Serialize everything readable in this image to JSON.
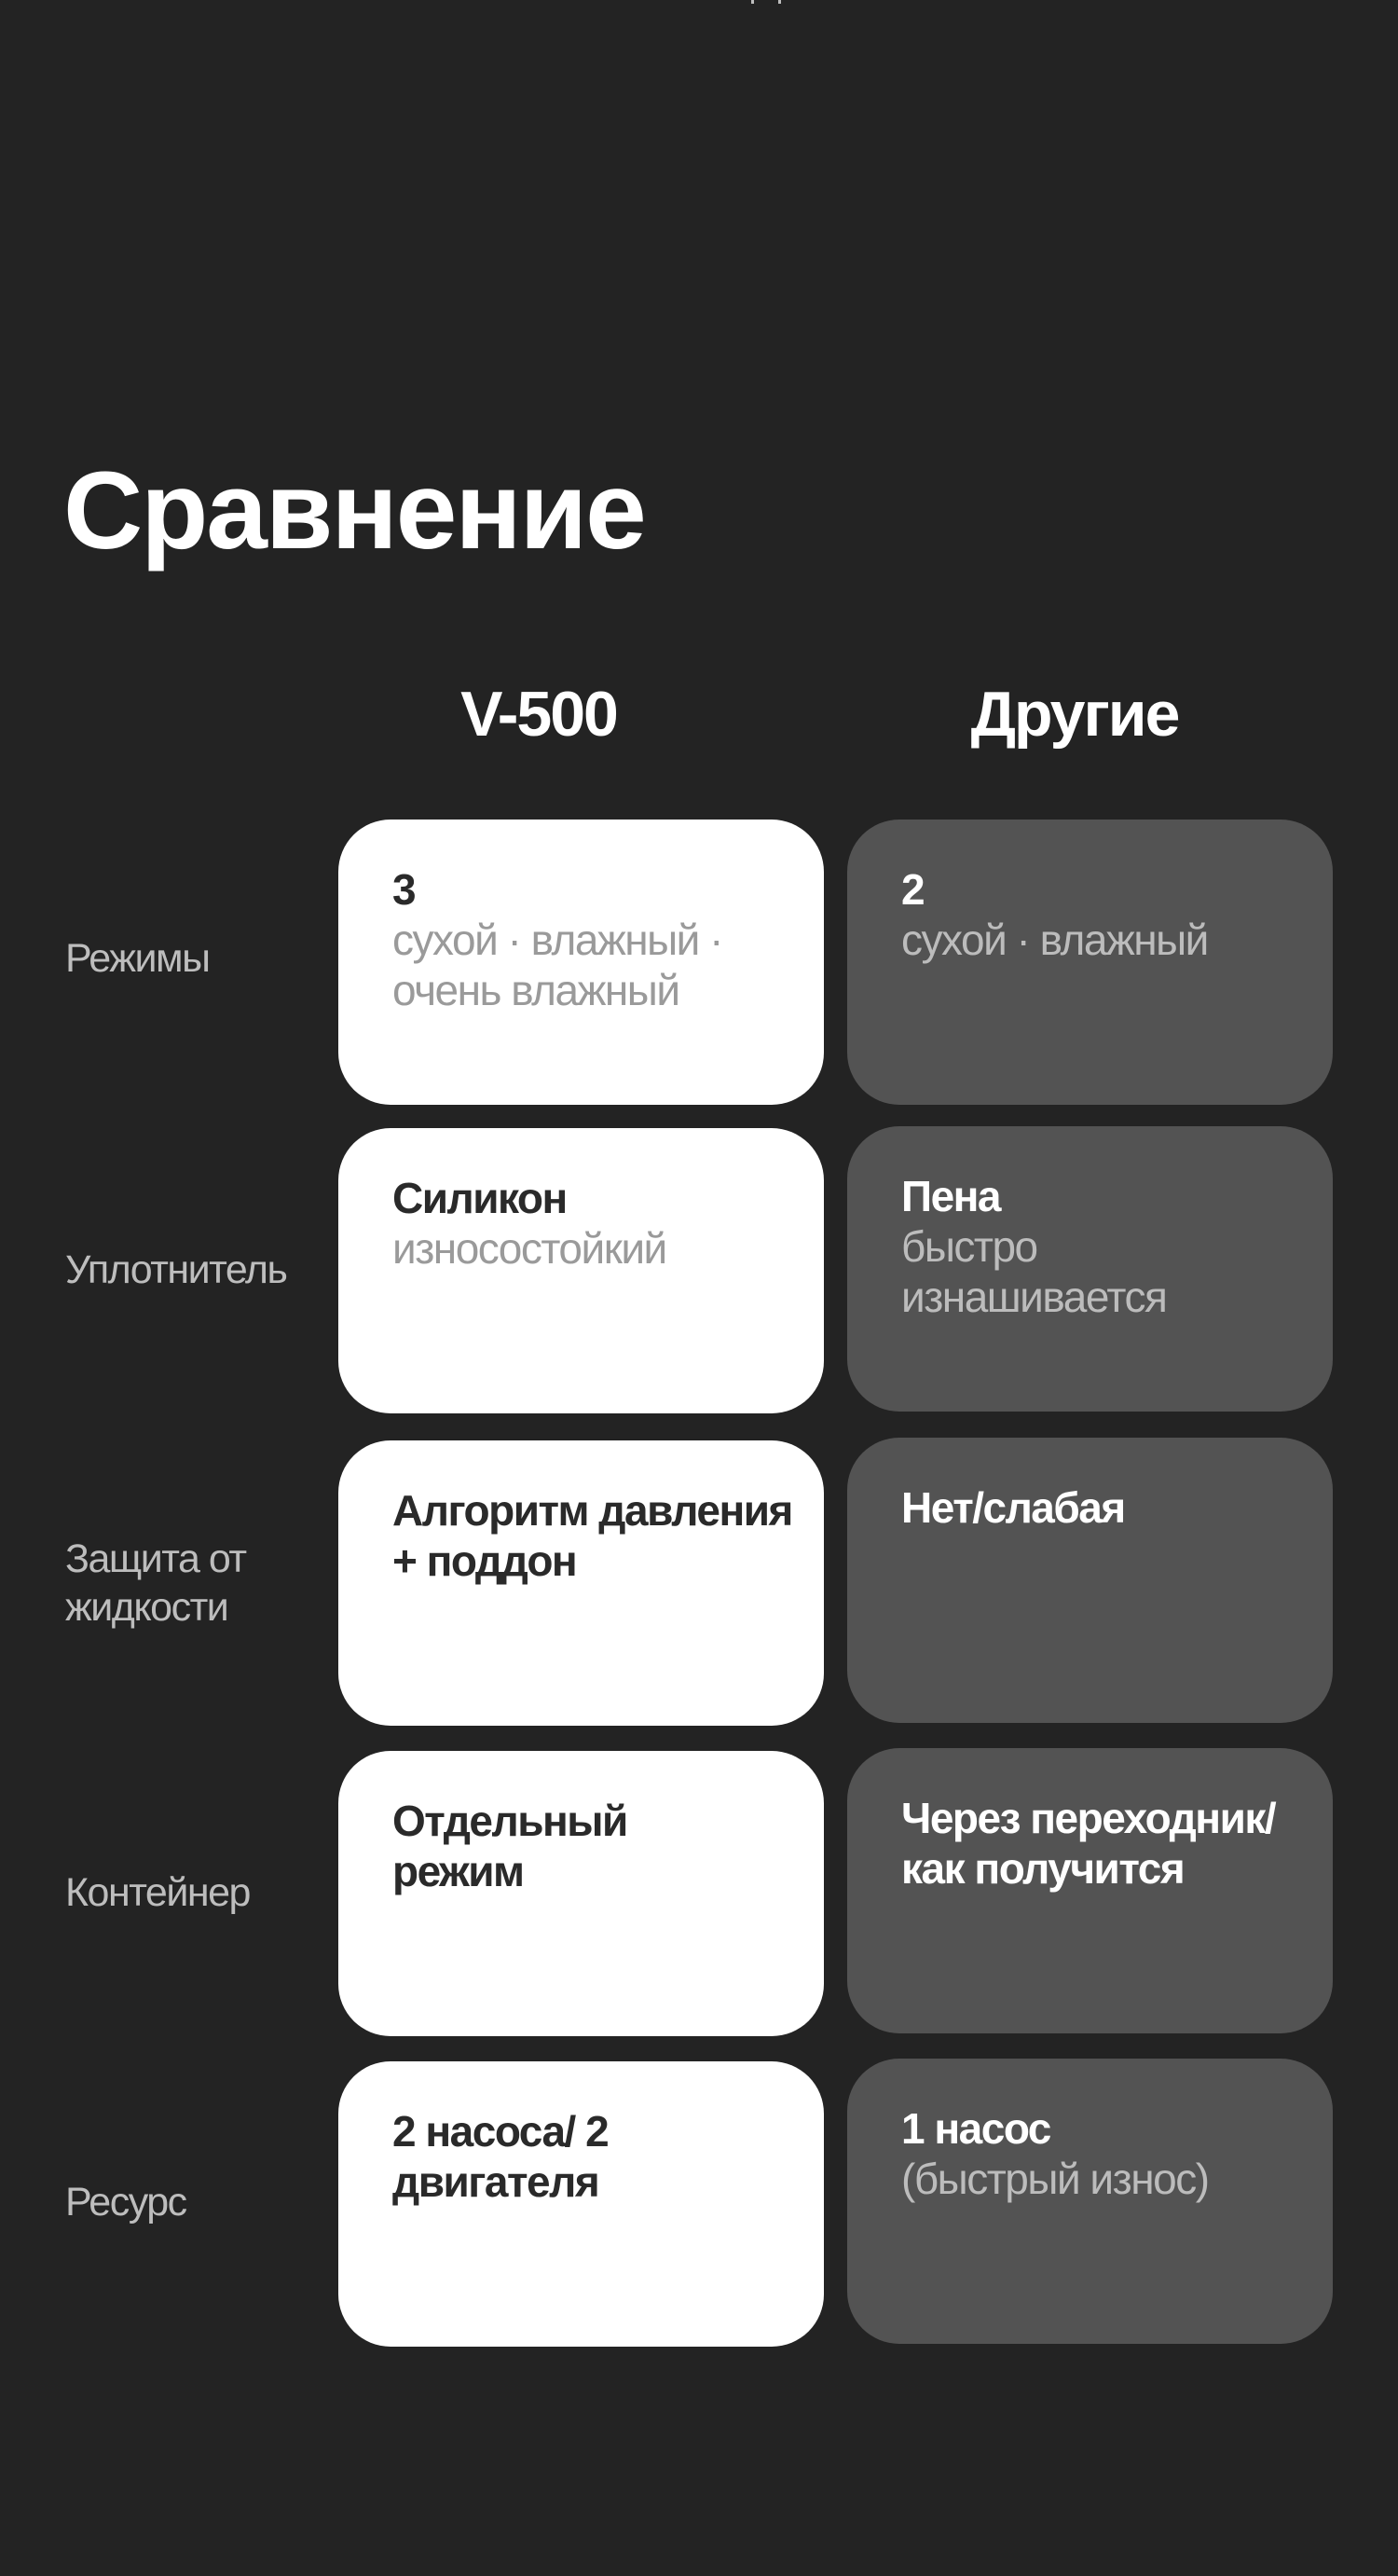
{
  "page": {
    "title": "Сравнение",
    "background_color": "#232323"
  },
  "columns": {
    "product": "V-500",
    "others": "Другие"
  },
  "colors": {
    "product_card_bg": "#ffffff",
    "others_card_bg": "#535353",
    "row_label": "#bdbdbd",
    "product_title": "#2a2a2a",
    "product_sub": "#9a9a9a",
    "others_title": "#ffffff",
    "others_sub": "#bcbcbc"
  },
  "rows": [
    {
      "label": "Режимы",
      "product": {
        "title": "3",
        "sub": "сухой · влажный · очень влажный"
      },
      "others": {
        "title": "2",
        "sub": "сухой · влажный"
      }
    },
    {
      "label": "Уплотнитель",
      "product": {
        "title": "Силикон",
        "sub": "износостойкий"
      },
      "others": {
        "title": "Пена",
        "sub": "быстро изнашивается"
      }
    },
    {
      "label": "Защита от жидкости",
      "product": {
        "title": "Алгоритм давления + поддон",
        "sub": ""
      },
      "others": {
        "title": "Нет/слабая",
        "sub": ""
      }
    },
    {
      "label": "Контейнер",
      "product": {
        "title": "Отдельный режим",
        "sub": ""
      },
      "others": {
        "title": "Через переходник/как получится",
        "sub": ""
      }
    },
    {
      "label": "Ресурс",
      "product": {
        "title": "2 насоса/ 2 двигателя",
        "sub": ""
      },
      "others": {
        "title": "1 насос",
        "sub": "(быстрый износ)"
      }
    }
  ]
}
